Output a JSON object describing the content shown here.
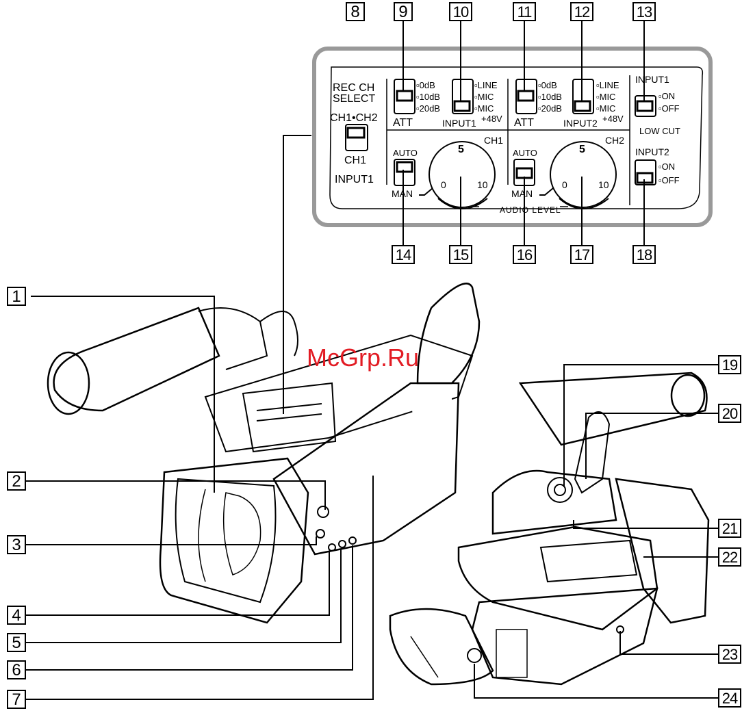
{
  "callouts": [
    "1",
    "2",
    "3",
    "4",
    "5",
    "6",
    "7",
    "8",
    "9",
    "10",
    "11",
    "12",
    "13",
    "14",
    "15",
    "16",
    "17",
    "18",
    "19",
    "20",
    "21",
    "22",
    "23",
    "24"
  ],
  "panel": {
    "rec_ch_select": "REC CH",
    "rec_ch_select_2": "SELECT",
    "ch1_ch2": "CH1•CH2",
    "ch1": "CH1",
    "input1": "INPUT1",
    "att_1": "ATT",
    "att_2": "ATT",
    "db0_1": "▫0dB",
    "db10_1": "▫10dB",
    "db20_1": "▫20dB",
    "db0_2": "▫0dB",
    "db10_2": "▫10dB",
    "db20_2": "▫20dB",
    "line_1": "▫LINE",
    "mic_1": "▫MIC",
    "mic48_1": "▫MIC",
    "line_2": "▫LINE",
    "mic_2": "▫MIC",
    "mic48_2": "▫MIC",
    "input1_48v": "INPUT1",
    "input2_48v": "INPUT2",
    "plus48v_1": "+48V",
    "plus48v_2": "+48V",
    "ch1_label": "CH1",
    "ch2_label": "CH2",
    "auto_1": "AUTO",
    "auto_2": "AUTO",
    "man_1": "MAN",
    "man_2": "MAN",
    "audio_level": "AUDIO LEVEL",
    "lc_input1": "INPUT1",
    "lc_input2": "INPUT2",
    "on_1": "▫ON",
    "off_1": "▫OFF",
    "on_2": "▫ON",
    "off_2": "▫OFF",
    "low_cut": "LOW  CUT",
    "dial_5_a": "5",
    "dial_5_b": "5",
    "dial_0_a": "0",
    "dial_10_a": "10",
    "dial_0_b": "0",
    "dial_10_b": "10"
  },
  "watermark": "McGrp.Ru"
}
